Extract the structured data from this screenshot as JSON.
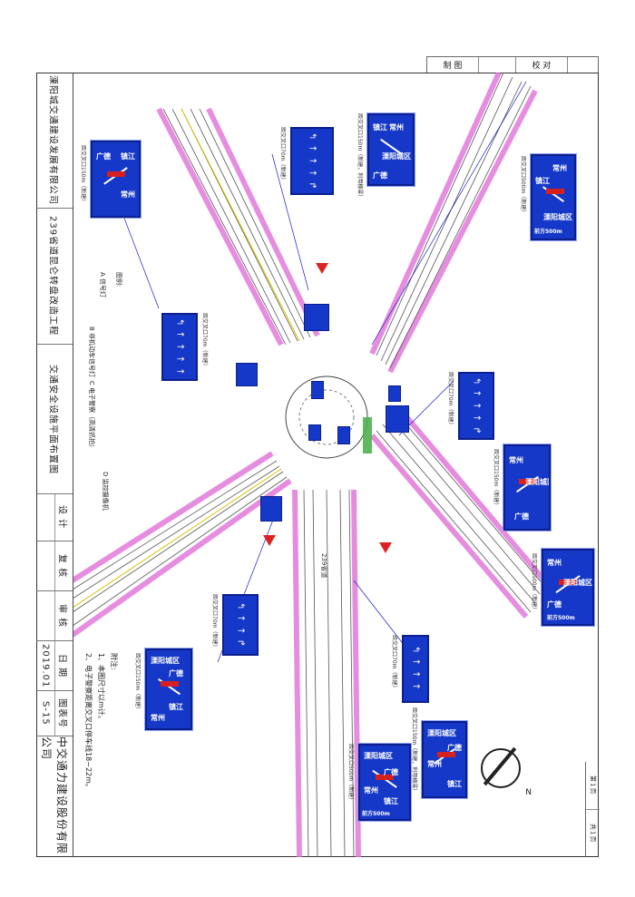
{
  "top_table": {
    "drawn_label": "制 图",
    "check_label": "校 对"
  },
  "title_block": {
    "client": "溧阳城交通建设发展有限公司",
    "project": "239省道昆仑转盘改造工程",
    "drawing_title": "交通安全设施平面布置图",
    "design_label": "设 计",
    "review_label": "复 核",
    "approve_label": "审 核",
    "date_label": "日 期",
    "date_value": "2019.01",
    "sheet_label": "图表号",
    "sheet_value": "S-15",
    "designer_company": "中交通力建设股份有限公司"
  },
  "page_box": {
    "page": "第1页",
    "total": "共1页"
  },
  "notes": {
    "title": "附注:",
    "items": [
      "1、本图尺寸以m计。",
      "2、电子警察距离交叉口停车线18~22m。"
    ]
  },
  "legend": {
    "title": "图例:",
    "items": [
      "A 信号灯",
      "B 非机动车信号灯",
      "C 电子警察（高清抓拍）",
      "D 监控摄像机"
    ]
  },
  "signs": [
    {
      "lines": [
        "广德",
        "镇江",
        "常州"
      ],
      "caption": "距交叉口150m（新建）"
    },
    {
      "lines": [
        "常州",
        "镇江",
        "溧阳城区",
        "广德"
      ],
      "caption": "距交叉口150m（新建，利用横梁）"
    },
    {
      "lines": [
        "常州",
        "镇江",
        "溧阳城区",
        "前方500m"
      ],
      "caption": "距交叉口500m（新建）"
    },
    {
      "lines": [
        "常州",
        "溧阳城区",
        "广德"
      ],
      "caption": "距交叉口150m（新建）"
    },
    {
      "lines": [
        "常州",
        "溧阳城区",
        "广德",
        "前方500m"
      ],
      "caption": "距交叉口500m（新建）"
    },
    {
      "lines": [
        "溧阳城区",
        "广德",
        "镇江",
        "常州"
      ],
      "caption": "距交叉口150m（新建）"
    },
    {
      "lines": [
        "溧阳城区",
        "常州",
        "镇江",
        "广德"
      ],
      "caption": "距交叉口150m（新建，利用横梁）"
    },
    {
      "lines": [
        "溧阳城区",
        "广德",
        "常州",
        "镇江",
        "前方500m"
      ],
      "caption": "距交叉口500m（新建）"
    }
  ],
  "lane_signs": [
    {
      "arrows": "↰ ↑ ↑ ↑ ↱",
      "caption": "距交叉口70m（新建）"
    },
    {
      "arrows": "↰ ↑ ↑ ↑ ↑",
      "caption": "距交叉口70m（新建）"
    },
    {
      "arrows": "↰ ↑ ↑ ↑ ↱",
      "caption": "距交叉口70m（新建）"
    },
    {
      "arrows": "↰ ↑ ↑ ↱",
      "caption": "距交叉口70m（新建）"
    },
    {
      "arrows": "↰ ↑ ↑ ↑",
      "caption": "距交叉口70m（新建）"
    }
  ],
  "road_labels": {
    "s239": "239省道",
    "north_arrow": "N"
  }
}
